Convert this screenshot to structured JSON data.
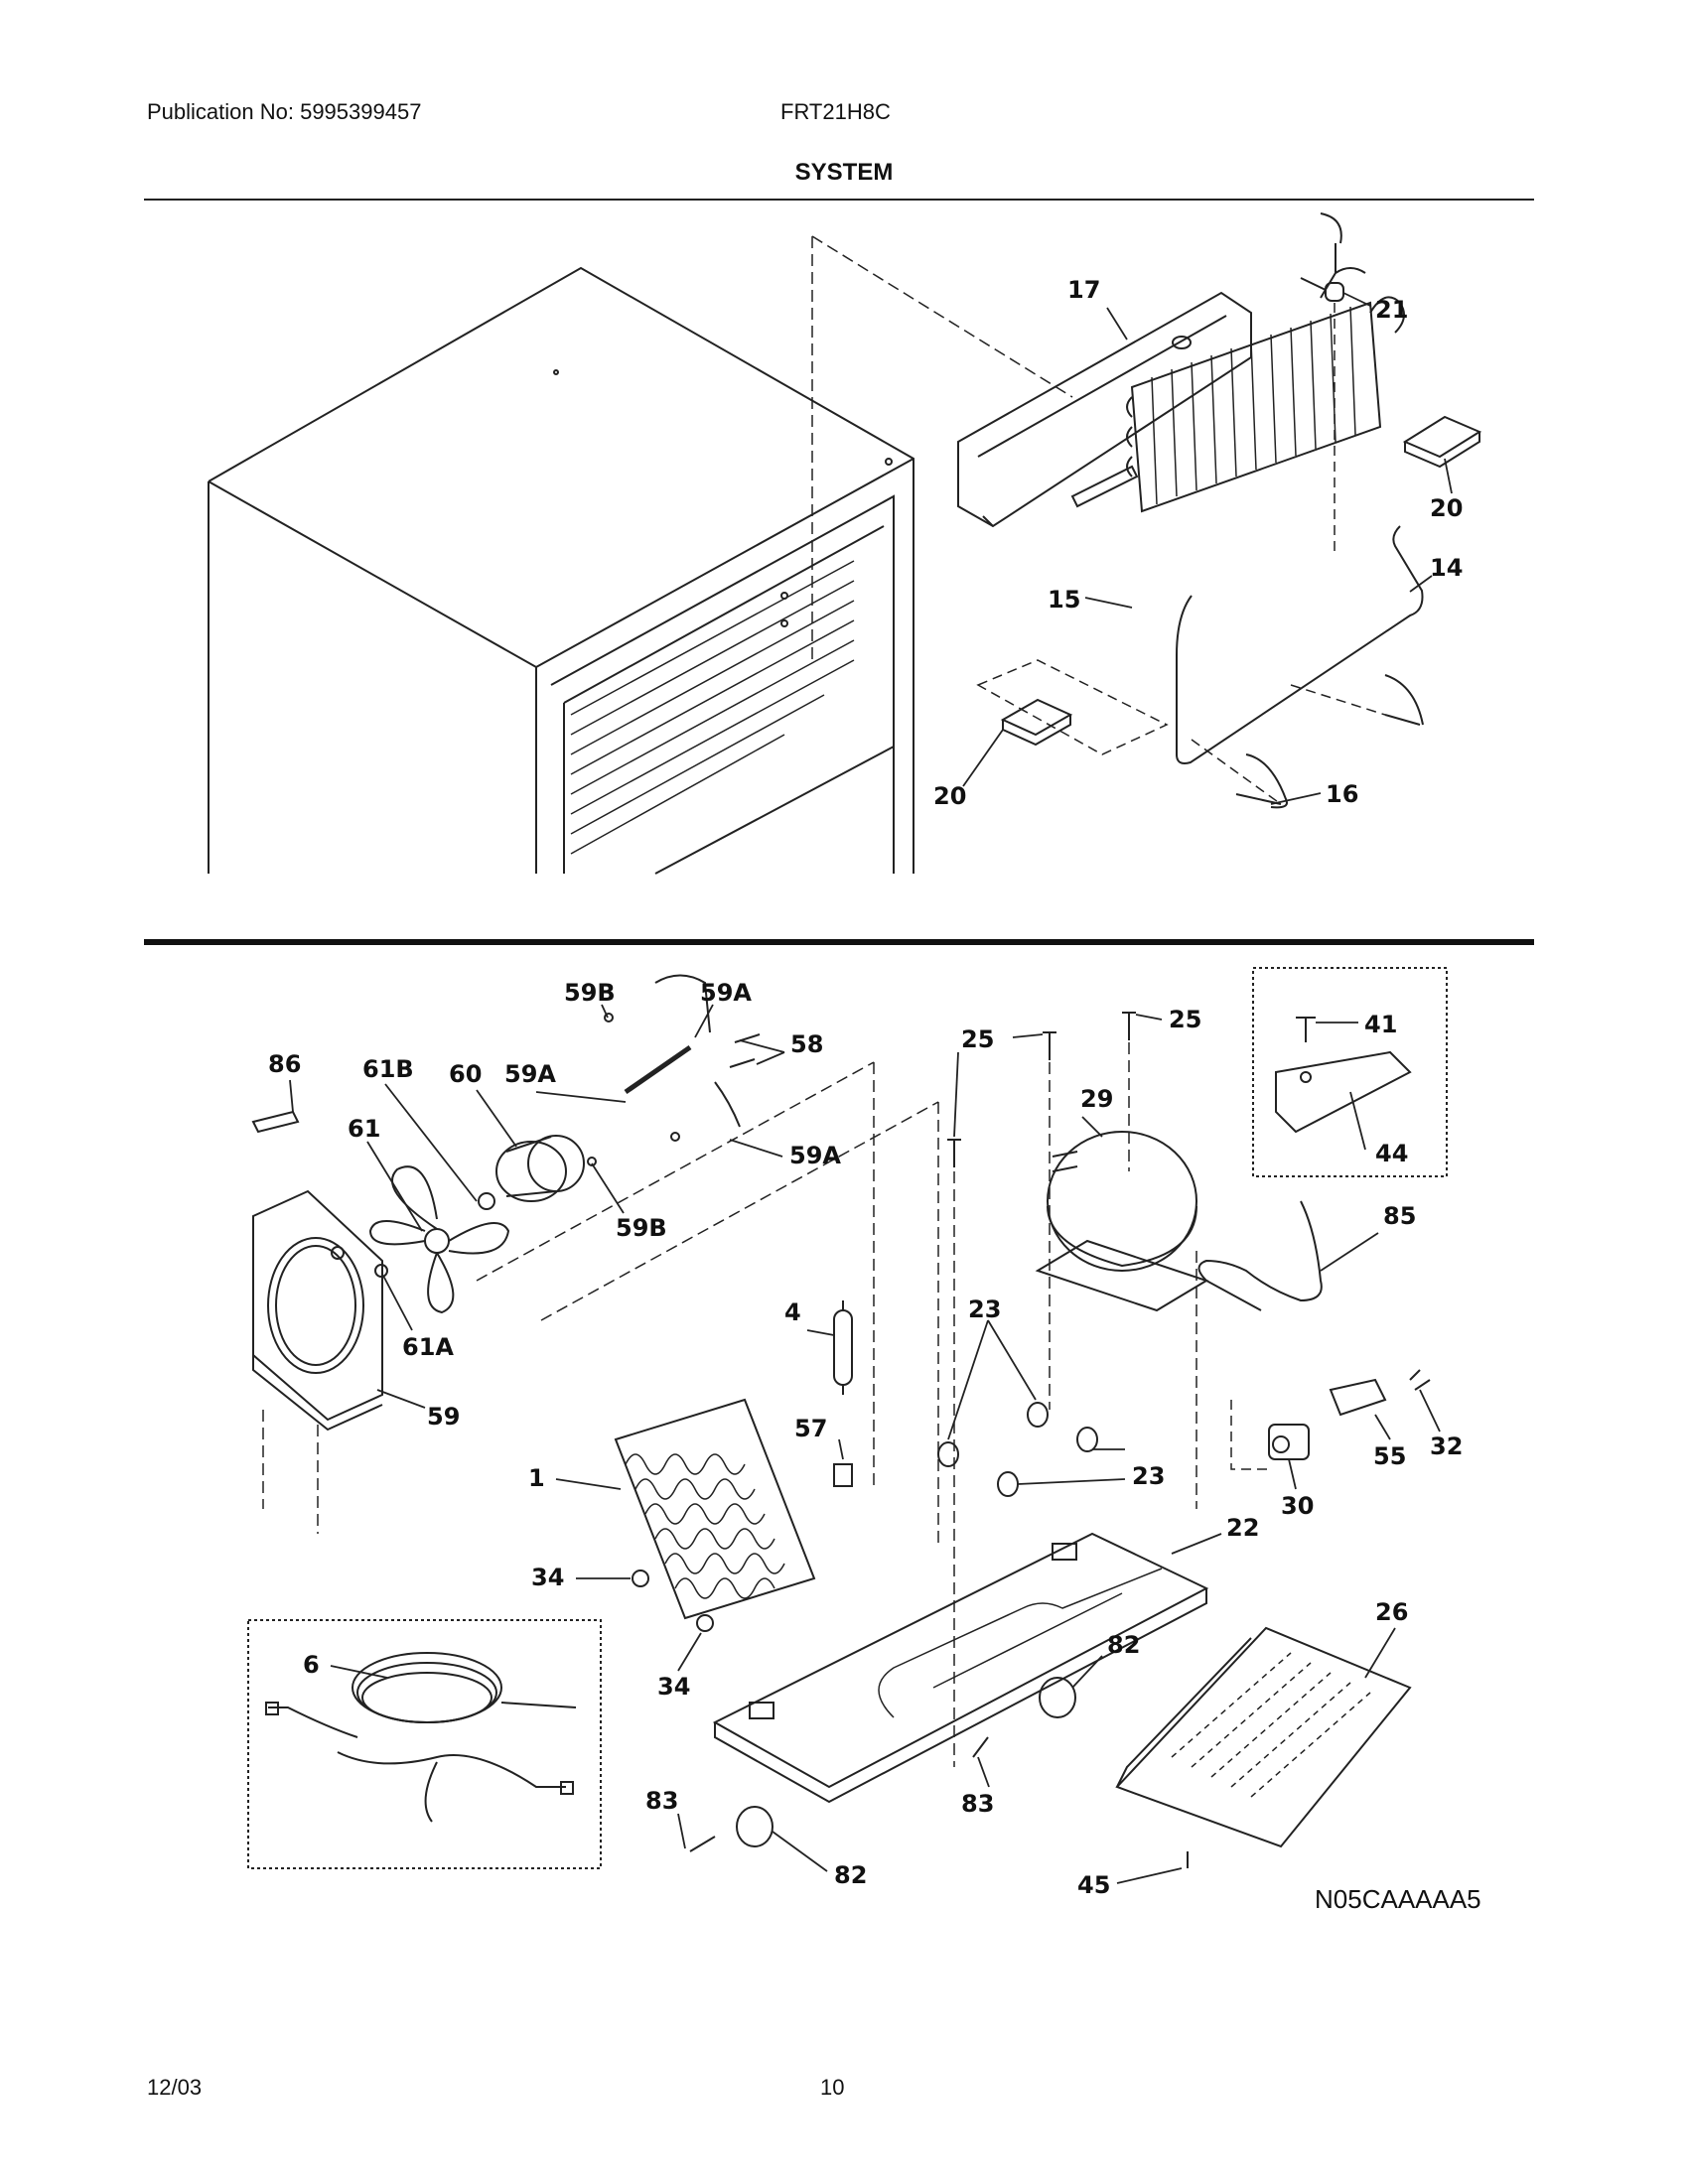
{
  "header": {
    "publication": "Publication No: 5995399457",
    "model": "FRT21H8C",
    "section_title": "SYSTEM"
  },
  "footer": {
    "date": "12/03",
    "page_number": "10",
    "diagram_code": "N05CAAAAA5"
  },
  "part_labels": {
    "p17": "17",
    "p21": "21",
    "p20a": "20",
    "p14": "14",
    "p15": "15",
    "p20b": "20",
    "p16": "16",
    "p59b_top": "59B",
    "p59a_top": "59A",
    "p58": "58",
    "p86": "86",
    "p61b": "61B",
    "p60": "60",
    "p59a_mid": "59A",
    "p61": "61",
    "p59a_right": "59A",
    "p59b_bot": "59B",
    "p61a": "61A",
    "p59": "59",
    "p4": "4",
    "p57": "57",
    "p1": "1",
    "p34a": "34",
    "p34b": "34",
    "p6": "6",
    "p83a": "83",
    "p82a": "82",
    "p25a": "25",
    "p25b": "25",
    "p29": "29",
    "p41": "41",
    "p44": "44",
    "p85": "85",
    "p23a": "23",
    "p23b": "23",
    "p32": "32",
    "p55": "55",
    "p30": "30",
    "p22": "22",
    "p26": "26",
    "p82b": "82",
    "p83b": "83",
    "p45": "45"
  }
}
